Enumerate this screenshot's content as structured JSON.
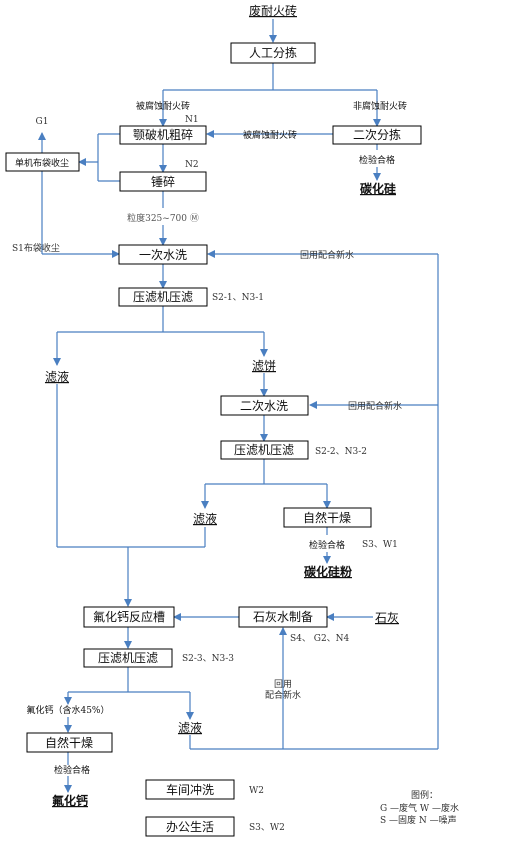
{
  "nodes": {
    "waste_brick": "废耐火砖",
    "manual_sort": "人工分拣",
    "jaw_crusher": "颚破机粗碎",
    "hammer": "锤碎",
    "secondary_sort": "二次分拣",
    "bag_collector": "单机布袋收尘",
    "wash1": "一次水洗",
    "filter_press1": "压滤机压滤",
    "filtrate1": "滤液",
    "filter_cake": "滤饼",
    "wash2": "二次水洗",
    "filter_press2": "压滤机压滤",
    "filtrate2": "滤液",
    "natural_dry1": "自然干燥",
    "sic_powder": "碳化硅粉",
    "caf2_tank": "氟化钙反应槽",
    "lime_water": "石灰水制备",
    "lime": "石灰",
    "filter_press3": "压滤机压滤",
    "caf2_wet": "氟化钙（含水45%）",
    "natural_dry2": "自然干燥",
    "caf2_product": "氟化钙",
    "filtrate3": "滤液",
    "workshop_wash": "车间冲洗",
    "office": "办公生活",
    "sic": "碳化硅"
  },
  "labels": {
    "corroded": "被腐蚀耐火砖",
    "non_corroded": "非腐蚀耐火砖",
    "corroded2": "被腐蚀耐火砖",
    "inspect1": "检验合格",
    "inspect2": "检验合格",
    "inspect3": "检验合格",
    "granularity": "粒度325~700 Ⓜ",
    "g1": "G1",
    "n1": "N1",
    "n2": "N2",
    "s1": "S1布袋收尘",
    "recycle1": "回用配合新水",
    "recycle2": "回用配合新水",
    "recycle3a": "回用",
    "recycle3b": "配合新水",
    "tag_fp1": "S2-1、N3-1",
    "tag_fp2": "S2-2、N3-2",
    "tag_dry1": "S3、W1",
    "tag_lime": "S4、 G2、N4",
    "tag_fp3": "S2-3、N3-3",
    "tag_wash": "W2",
    "tag_office": "S3、W2"
  },
  "legend": {
    "title": "图例：",
    "line1": "G —废气  W —废水",
    "line2": "S —固废  N —噪声"
  }
}
